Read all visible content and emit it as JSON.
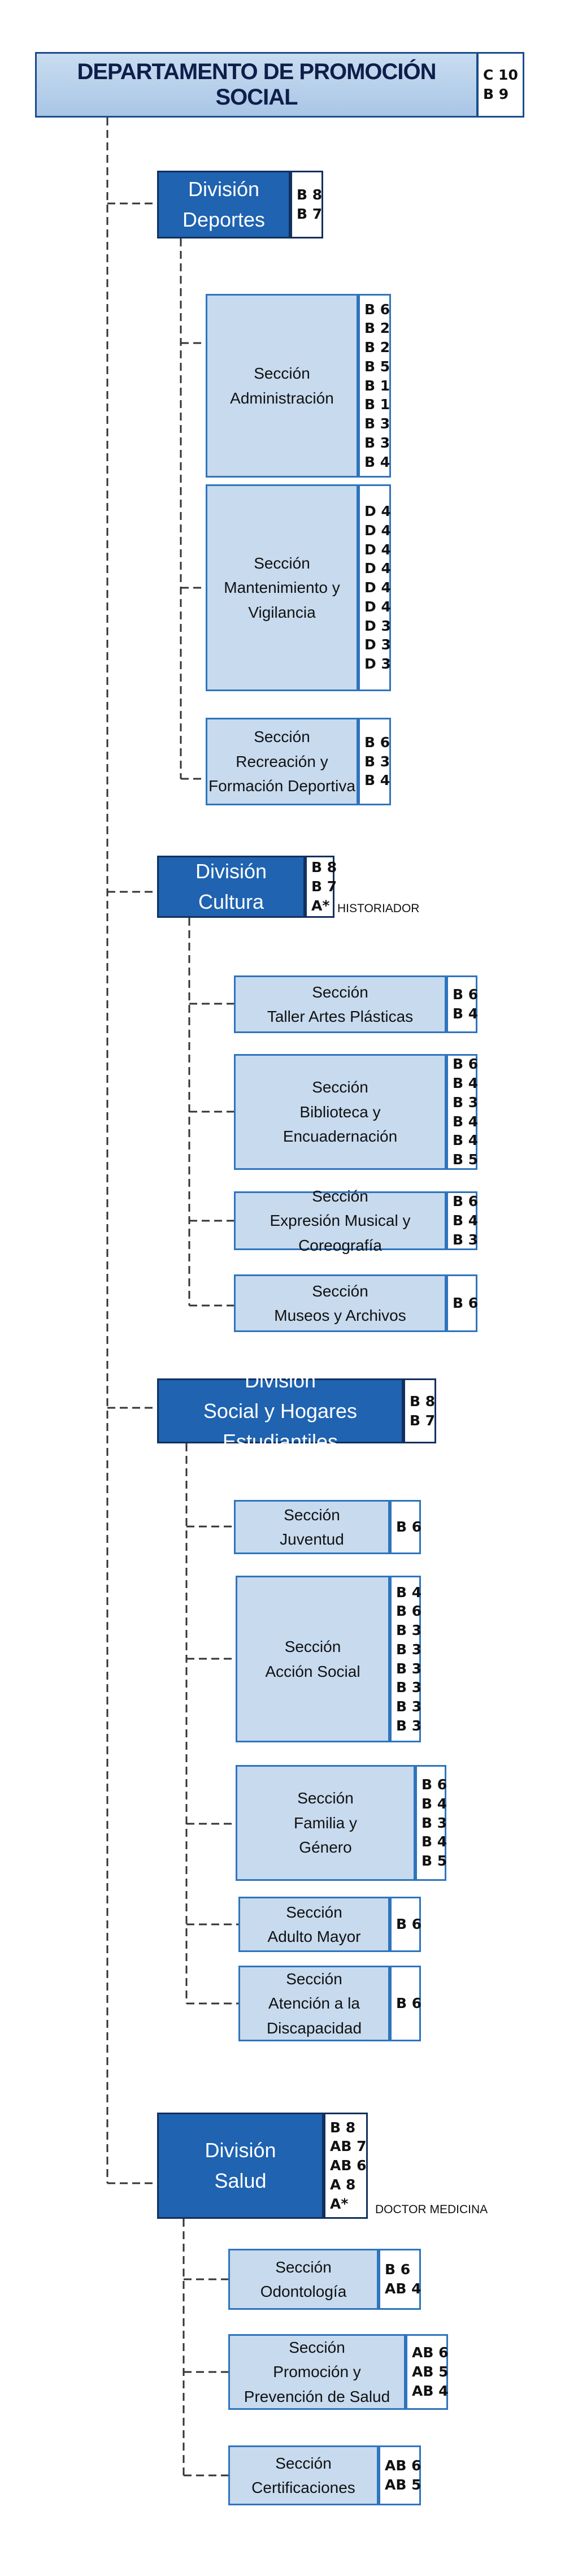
{
  "department": {
    "title": "DEPARTAMENTO DE PROMOCIÓN SOCIAL",
    "codes": [
      "C 10",
      "B 9"
    ]
  },
  "divisions": [
    {
      "lines": [
        "División",
        "Deportes"
      ],
      "codes": [
        "B 8",
        "B 7"
      ],
      "note": "",
      "sections": [
        {
          "lines": [
            "Sección",
            "Administración"
          ],
          "codes": [
            "B 6",
            "B 2",
            "B 2",
            "B 5",
            "B 1",
            "B 1",
            "B 3",
            "B 3",
            "B 4"
          ]
        },
        {
          "lines": [
            "Sección",
            "Mantenimiento y",
            "Vigilancia"
          ],
          "codes": [
            "D 4",
            "D 4",
            "D 4",
            "D 4",
            "D 4",
            "D 4",
            "D 3",
            "D 3",
            "D 3"
          ]
        },
        {
          "lines": [
            "Sección",
            "Recreación y",
            "Formación Deportiva"
          ],
          "codes": [
            "B 6",
            "B 3",
            "B 4"
          ]
        }
      ]
    },
    {
      "lines": [
        "División",
        "Cultura"
      ],
      "codes": [
        "B 8",
        "B 7",
        "A*"
      ],
      "note": "HISTORIADOR",
      "sections": [
        {
          "lines": [
            "Sección",
            "Taller Artes Plásticas"
          ],
          "codes": [
            "B 6",
            "B 4"
          ]
        },
        {
          "lines": [
            "Sección",
            "Biblioteca y",
            "Encuadernación"
          ],
          "codes": [
            "B 6",
            "B 4",
            "B 3",
            "B 4",
            "B 4",
            "B 5"
          ]
        },
        {
          "lines": [
            "Sección",
            "Expresión Musical y Coreografía"
          ],
          "codes": [
            "B 6",
            "B 4",
            "B 3"
          ]
        },
        {
          "lines": [
            "Sección",
            "Museos y Archivos"
          ],
          "codes": [
            "B 6"
          ]
        }
      ]
    },
    {
      "lines": [
        "División",
        "Social y Hogares Estudiantiles"
      ],
      "codes": [
        "B 8",
        "B 7"
      ],
      "note": "",
      "sections": [
        {
          "lines": [
            "Sección",
            "Juventud"
          ],
          "codes": [
            "B 6"
          ]
        },
        {
          "lines": [
            "Sección",
            "Acción Social"
          ],
          "codes": [
            "B 4",
            "B 6",
            "B 3",
            "B 3",
            "B 3",
            "B 3",
            "B 3",
            "B 3"
          ]
        },
        {
          "lines": [
            "Sección",
            "Familia y",
            "Género"
          ],
          "codes": [
            "B 6",
            "B 4",
            "B 3",
            "B 4",
            "B 5"
          ]
        },
        {
          "lines": [
            "Sección",
            "Adulto Mayor"
          ],
          "codes": [
            "B 6"
          ]
        },
        {
          "lines": [
            "Sección",
            "Atención a la",
            "Discapacidad"
          ],
          "codes": [
            "B 6"
          ]
        }
      ]
    },
    {
      "lines": [
        "División",
        "Salud"
      ],
      "codes": [
        "B 8",
        "AB 7",
        "AB 6",
        "A 8",
        "A*"
      ],
      "note": "DOCTOR MEDICINA",
      "sections": [
        {
          "lines": [
            "Sección",
            "Odontología"
          ],
          "codes": [
            "B 6",
            "AB 4"
          ]
        },
        {
          "lines": [
            "Sección",
            "Promoción y",
            "Prevención de Salud"
          ],
          "codes": [
            "AB 6",
            "AB 5",
            "AB 4"
          ]
        },
        {
          "lines": [
            "Sección",
            "Certificaciones"
          ],
          "codes": [
            "AB 6",
            "AB 5"
          ]
        }
      ]
    }
  ]
}
